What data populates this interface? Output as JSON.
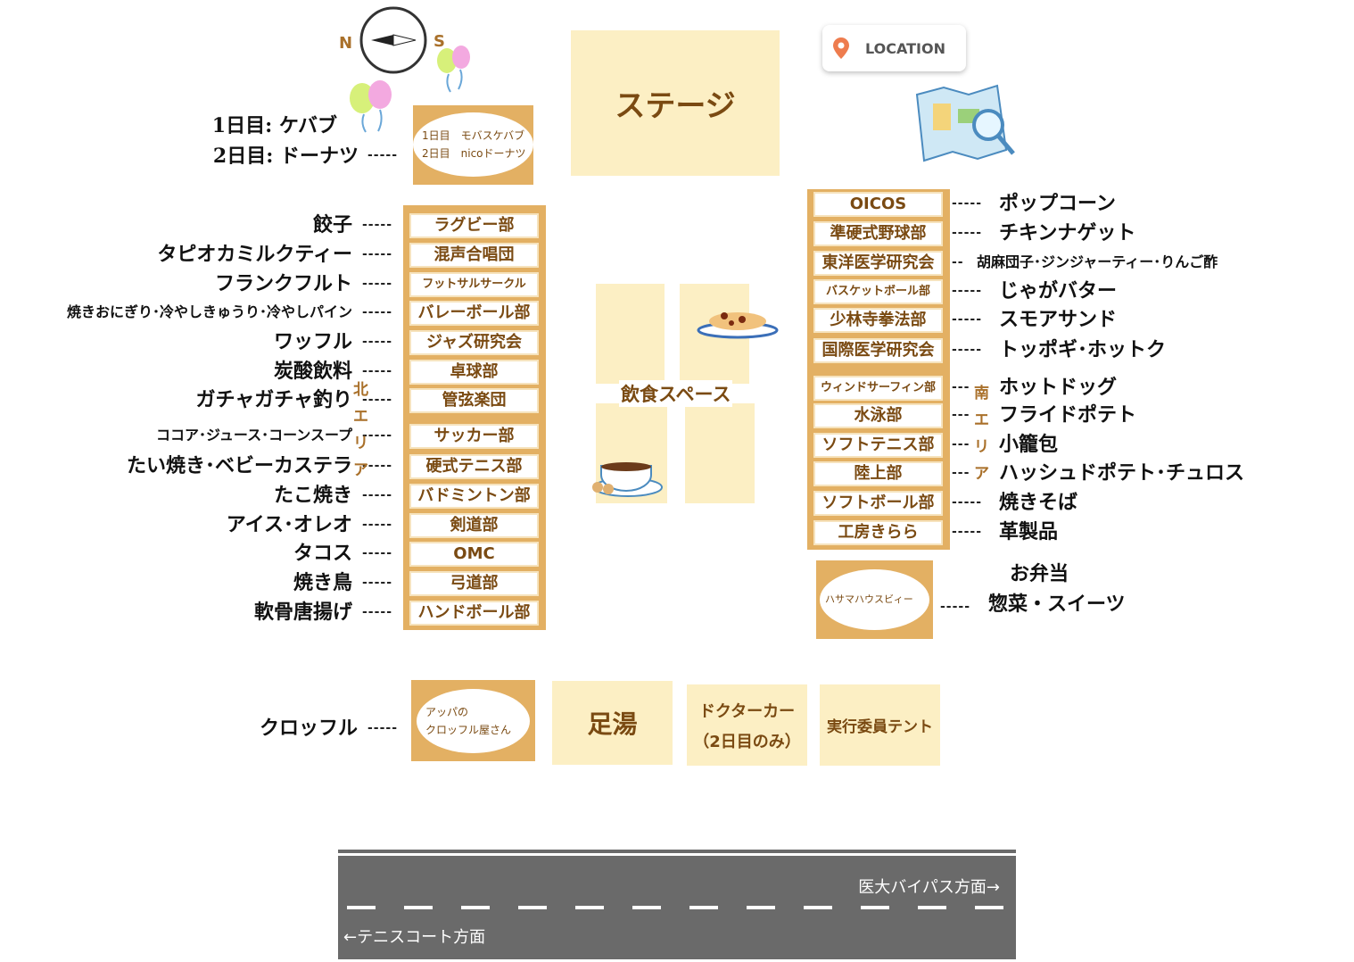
{
  "colors": {
    "stall_frame": "#e3b063",
    "pale_area": "#fcefc4",
    "label_text": "#7a4a12",
    "road": "#6a6a6a"
  },
  "compass": {
    "north": "N",
    "south": "S",
    "icon": "compass-icon"
  },
  "location_button": {
    "label": "LOCATION",
    "icon": "map-pin-icon"
  },
  "stage": {
    "label": "ステージ"
  },
  "top_stall": {
    "line1": "1日目　モバスケバブ",
    "line2": "2日目　nicoドーナツ",
    "food1": "1日目: ケバブ",
    "food2": "2日目: ドーナツ"
  },
  "eating_space": {
    "label": "飲食スペース"
  },
  "north_area": {
    "chars": [
      "北",
      "エ",
      "リ",
      "ア"
    ]
  },
  "south_area": {
    "chars": [
      "南",
      "エ",
      "リ",
      "ア"
    ]
  },
  "left_stalls": [
    {
      "club": "ラグビー部",
      "food": "餃子"
    },
    {
      "club": "混声合唱団",
      "food": "タピオカミルクティー"
    },
    {
      "club": "フットサルサークル",
      "food": "フランクフルト"
    },
    {
      "club": "バレーボール部",
      "food": "焼きおにぎり･冷やしきゅうり･冷やしパイン"
    },
    {
      "club": "ジャズ研究会",
      "food": "ワッフル"
    },
    {
      "club": "卓球部",
      "food": "炭酸飲料"
    },
    {
      "club": "管弦楽団",
      "food": "ガチャガチャ釣り"
    },
    {
      "club": "サッカー部",
      "food": "ココア･ジュース･コーンスープ"
    },
    {
      "club": "硬式テニス部",
      "food": "たい焼き･ベビーカステラ"
    },
    {
      "club": "バドミントン部",
      "food": "たこ焼き"
    },
    {
      "club": "剣道部",
      "food": "アイス･オレオ"
    },
    {
      "club": "OMC",
      "food": "タコス"
    },
    {
      "club": "弓道部",
      "food": "焼き鳥"
    },
    {
      "club": "ハンドボール部",
      "food": "軟骨唐揚げ"
    }
  ],
  "right_stalls": [
    {
      "club": "OICOS",
      "food": "ポップコーン"
    },
    {
      "club": "準硬式野球部",
      "food": "チキンナゲット"
    },
    {
      "club": "東洋医学研究会",
      "food": "胡麻団子･ジンジャーティー･りんご酢"
    },
    {
      "club": "バスケットボール部",
      "food": "じゃがバター"
    },
    {
      "club": "少林寺拳法部",
      "food": "スモアサンド"
    },
    {
      "club": "国際医学研究会",
      "food": "トッポギ･ホットク"
    },
    {
      "club": "ウィンドサーフィン部",
      "food": "ホットドッグ"
    },
    {
      "club": "水泳部",
      "food": "フライドポテト"
    },
    {
      "club": "ソフトテニス部",
      "food": "小籠包"
    },
    {
      "club": "陸上部",
      "food": "ハッシュドポテト･チュロス"
    },
    {
      "club": "ソフトボール部",
      "food": "焼きそば"
    },
    {
      "club": "工房きらら",
      "food": "革製品"
    }
  ],
  "hasama": {
    "club": "ハサマハウスビィー",
    "food1": "お弁当",
    "food2": "惣菜・スイーツ"
  },
  "bottom": {
    "croffle_line1": "アッパの",
    "croffle_line2": "クロッフル屋さん",
    "croffle_food": "クロッフル",
    "footbath": "足湯",
    "doctor_car": "ドクターカー",
    "doctor_car_note": "（2日目のみ）",
    "committee_tent": "実行委員テント"
  },
  "road": {
    "right_direction": "医大バイパス方面→",
    "left_direction": "←テニスコート方面"
  }
}
